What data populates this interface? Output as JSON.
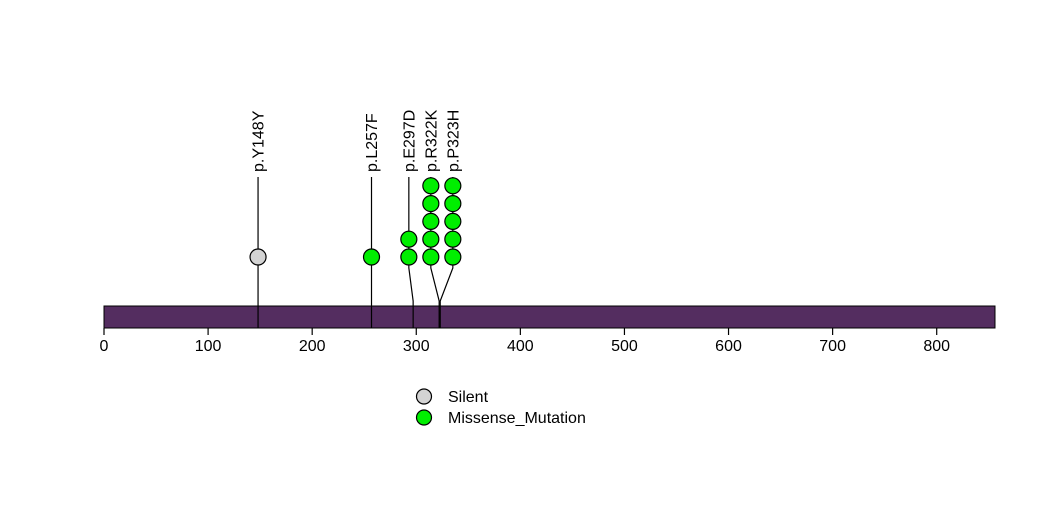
{
  "chart_data": {
    "type": "lollipop",
    "title": "",
    "axis": {
      "ticks": [
        0,
        100,
        200,
        300,
        400,
        500,
        600,
        700,
        800
      ],
      "xlim": [
        0,
        856
      ],
      "protein_length": 856
    },
    "backbone_color": "#542d60",
    "stem_color": "#000000",
    "mutation_colors": {
      "Silent": "#d3d3d3",
      "Missense_Mutation": "#00ee00"
    },
    "mutations": [
      {
        "label": "p.Y148Y",
        "position": 148,
        "count": 1,
        "type": "Silent"
      },
      {
        "label": "p.L257F",
        "position": 257,
        "count": 1,
        "type": "Missense_Mutation"
      },
      {
        "label": "p.E297D",
        "position": 297,
        "count": 2,
        "type": "Missense_Mutation"
      },
      {
        "label": "p.R322K",
        "position": 322,
        "count": 5,
        "type": "Missense_Mutation"
      },
      {
        "label": "p.P323H",
        "position": 323,
        "count": 5,
        "type": "Missense_Mutation"
      }
    ],
    "legend": [
      {
        "label": "Silent",
        "type": "Silent"
      },
      {
        "label": "Missense_Mutation",
        "type": "Missense_Mutation"
      }
    ]
  }
}
